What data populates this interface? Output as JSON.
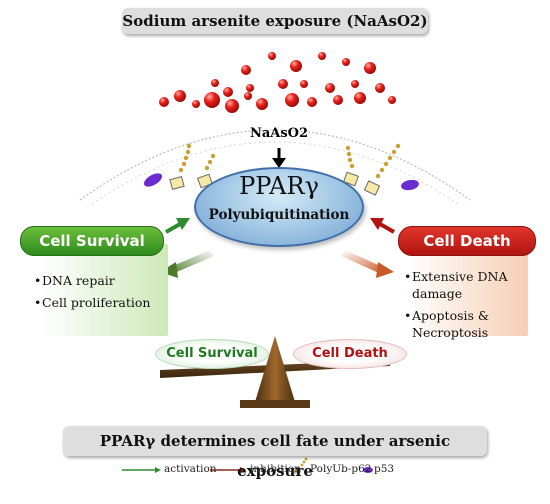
{
  "header": {
    "title": "Sodium arsenite exposure (NaAsO2)"
  },
  "membrane": {
    "compound_label": "NaAsO2"
  },
  "center": {
    "title": "PPARγ",
    "subtitle": "Polyubiquitination"
  },
  "survival": {
    "label": "Cell Survival",
    "items": [
      "DNA repair",
      "Cell proliferation"
    ]
  },
  "death": {
    "label": "Cell Death",
    "items": [
      "Extensive DNA damage",
      "Apoptosis & Necroptosis"
    ]
  },
  "scale": {
    "left_label": "Cell Survival",
    "right_label": "Cell Death"
  },
  "footer": {
    "title": "PPARγ determines cell fate under arsenic exposure"
  },
  "legend": {
    "activation": "activation",
    "inhibition": "inhibition",
    "polyub": "PolyUb-p62",
    "p53": "p53"
  },
  "colors": {
    "activation": "#2e8b2e",
    "inhibition": "#8b2a1a",
    "survival": "#2e8a1e",
    "death": "#c01c14",
    "arsenite_particle": "#e0201a",
    "p53": "#6a2bd0",
    "ppar_fill": "#a7cbe7"
  },
  "icons": {
    "arsenite": "red-particle-icon",
    "polyub": "polyubiquitin-chain-icon",
    "p53": "purple-oval-icon"
  }
}
